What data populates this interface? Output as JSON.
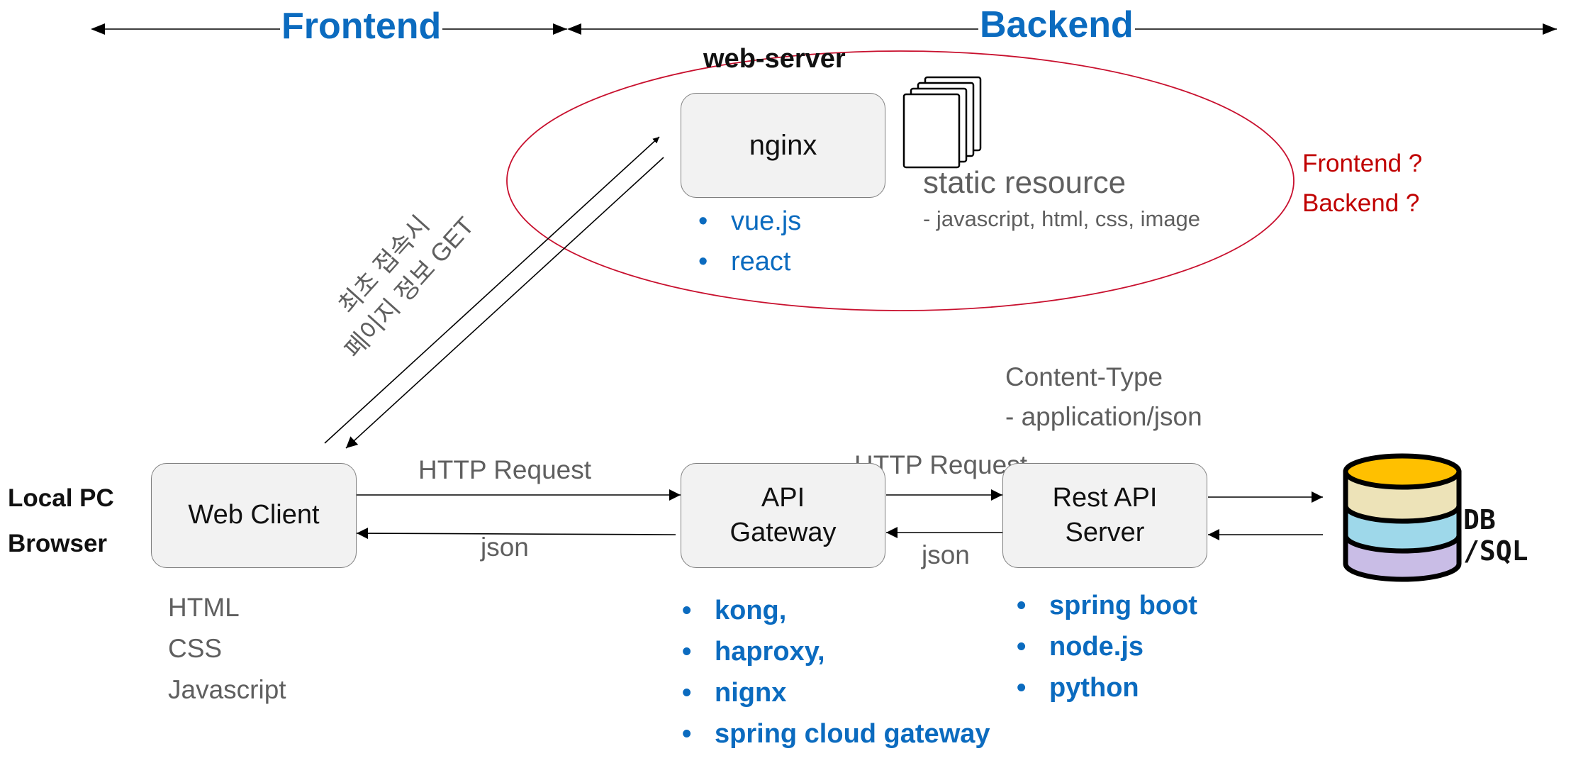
{
  "sections": {
    "frontend": "Frontend",
    "backend": "Backend"
  },
  "web_server": {
    "title": "web-server",
    "nginx": "nginx",
    "frameworks": [
      "vue.js",
      "react"
    ],
    "static_title": "static resource",
    "static_desc": "- javascript, html, css, image",
    "question": [
      "Frontend ?",
      "Backend ?"
    ]
  },
  "client": {
    "side_label": [
      "Local PC",
      "Browser"
    ],
    "box": "Web Client",
    "techs": [
      "HTML",
      "CSS",
      "Javascript"
    ]
  },
  "first_access": [
    "최초 접속시",
    "페이지 정보 GET"
  ],
  "gateway": {
    "box_lines": [
      "API",
      "Gateway"
    ],
    "items": [
      "kong,",
      "haproxy,",
      "nignx",
      "spring cloud gateway"
    ]
  },
  "rest_api": {
    "box_lines": [
      "Rest API",
      "Server"
    ],
    "items": [
      "spring boot",
      "node.js",
      "python"
    ]
  },
  "links": {
    "req1": "HTTP Request",
    "resp1": "json",
    "req2": "HTTP Request",
    "resp2": "json"
  },
  "content_type": {
    "title": "Content-Type",
    "value": "-  application/json"
  },
  "db": {
    "lines": [
      "DB",
      "/SQL"
    ]
  },
  "colors": {
    "accent": "#0b6bbf",
    "ellipse": "#c8102e",
    "question": "#c00000",
    "db_top": "#ffc000",
    "db_band1": "#ede3b8",
    "db_band2": "#9ed8ea",
    "db_band3": "#c9bde6"
  }
}
